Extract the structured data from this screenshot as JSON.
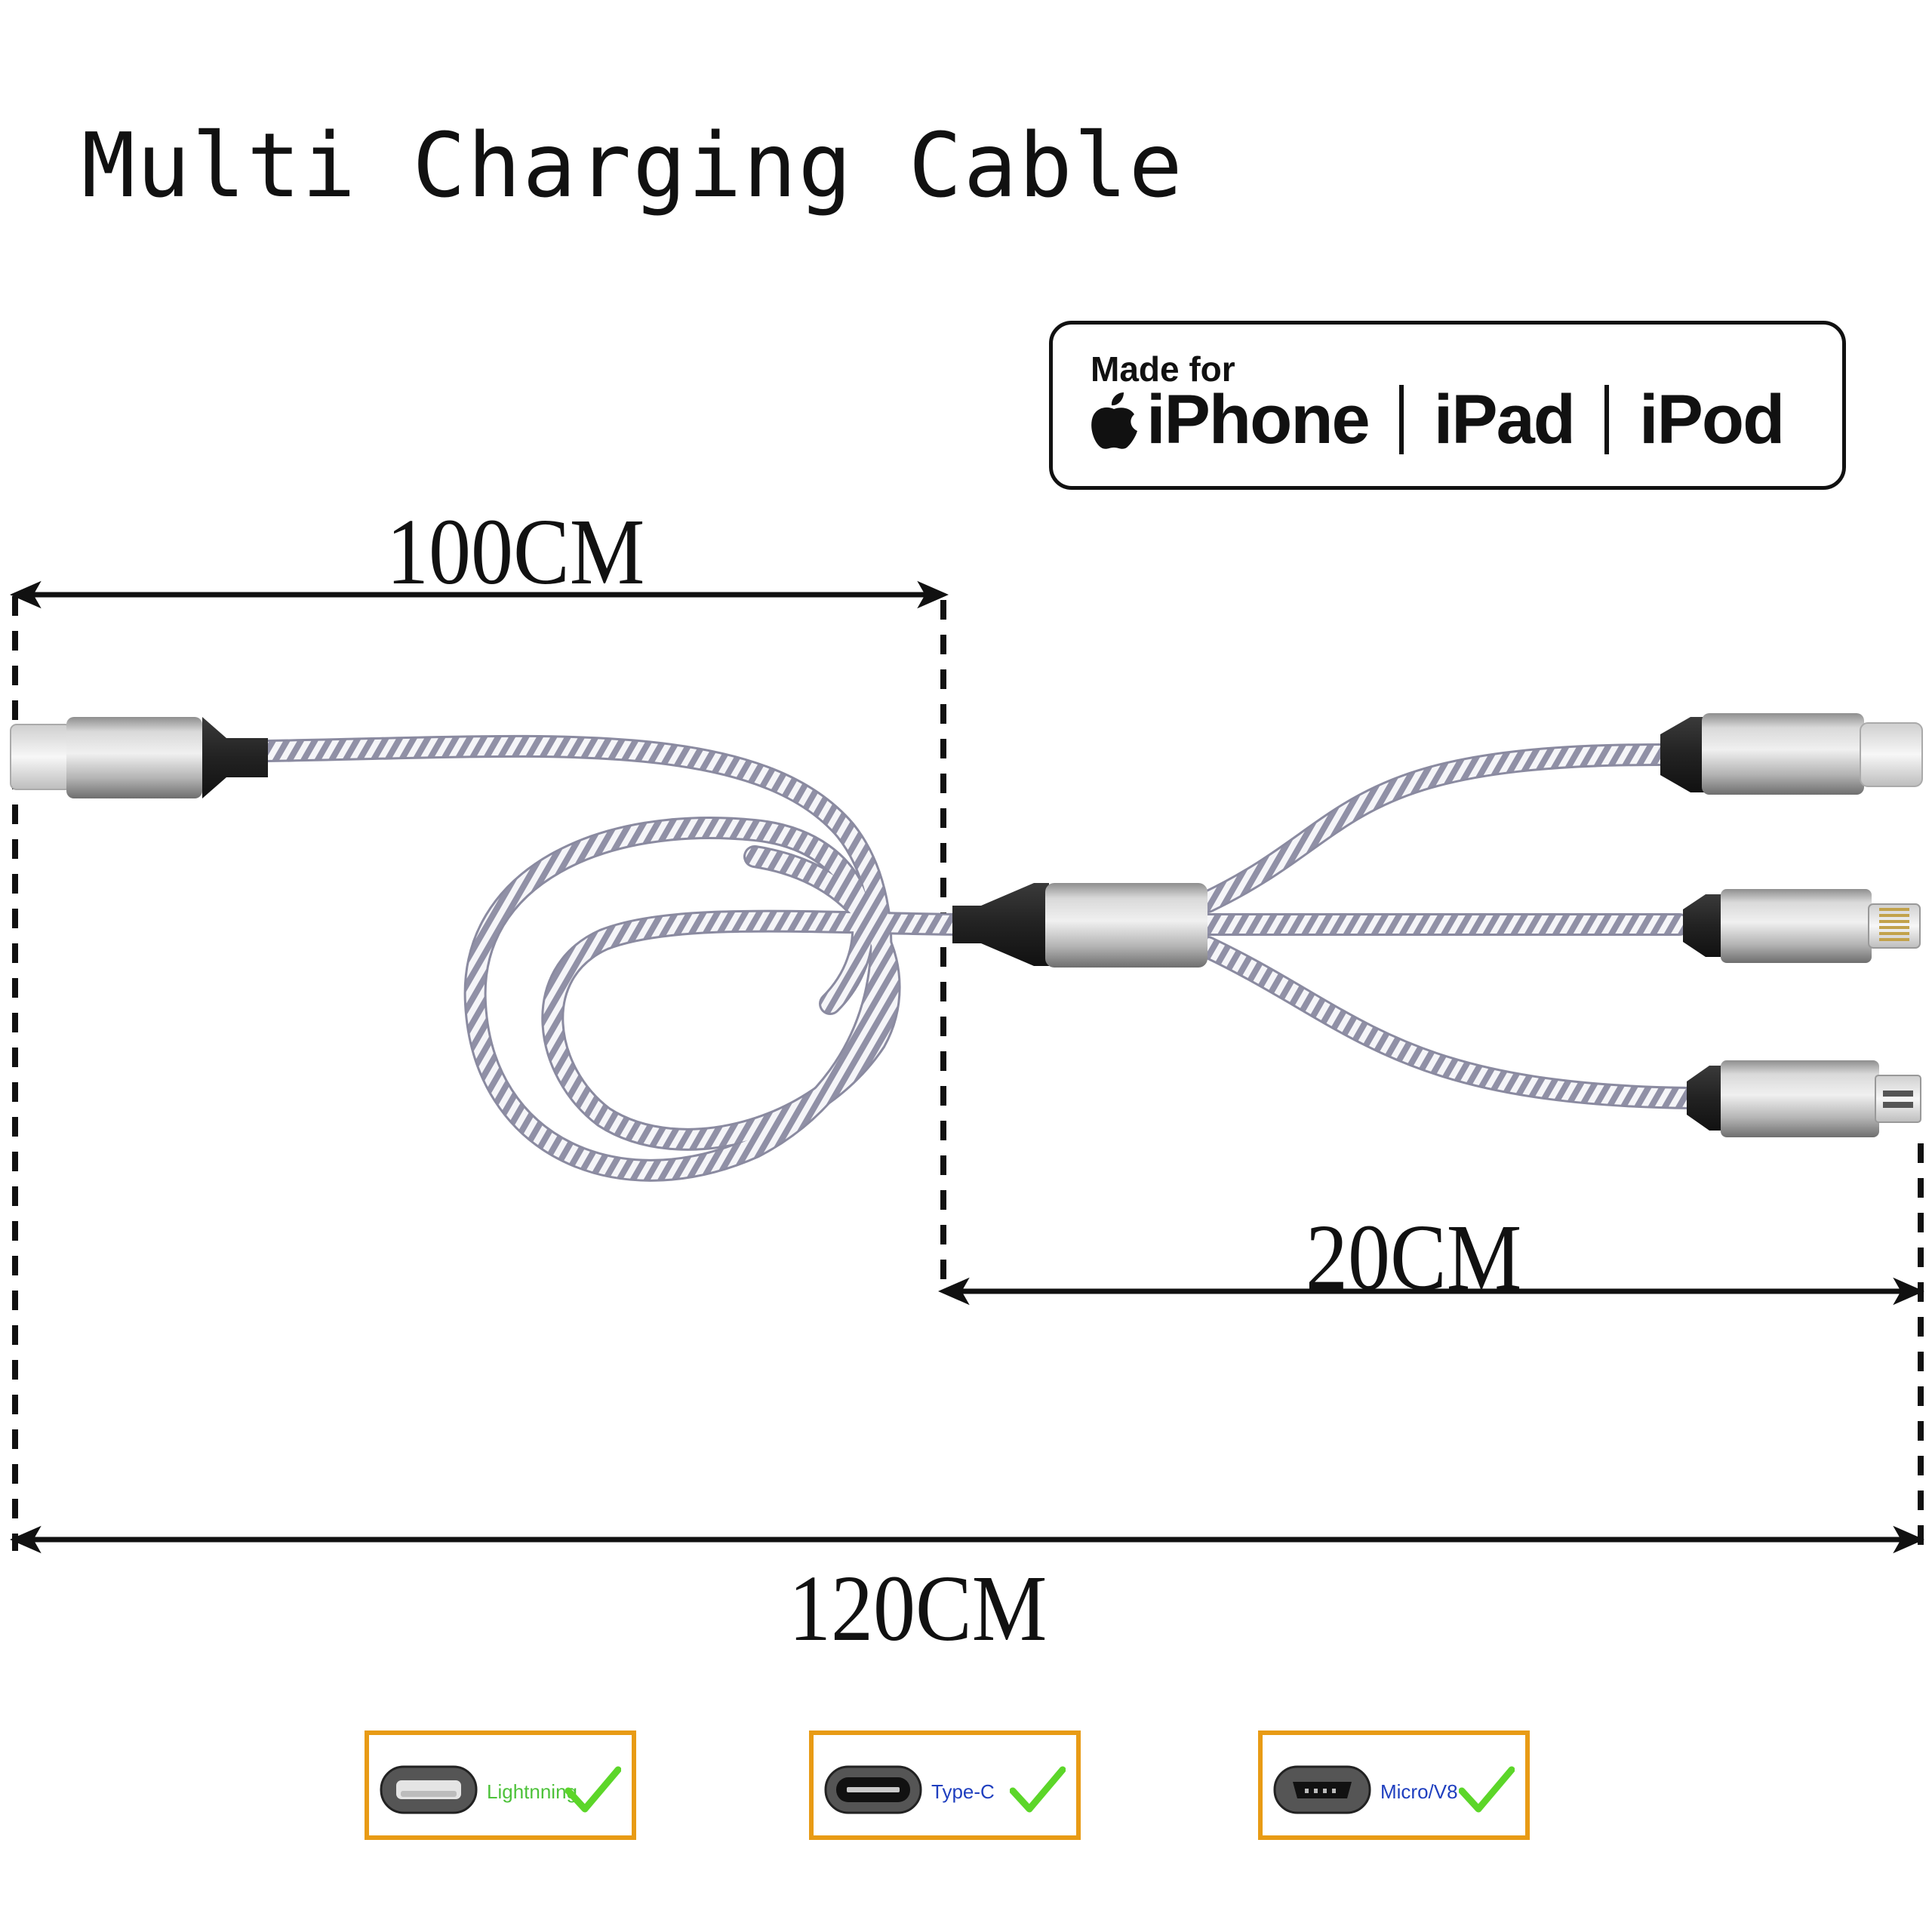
{
  "title": "Multi Charging Cable",
  "badge": {
    "made_for": "Made for",
    "devices": [
      "iPhone",
      "iPad",
      "iPod"
    ]
  },
  "dimensions": {
    "main": "100CM",
    "branch": "20CM",
    "total": "120CM"
  },
  "connectors": [
    {
      "label": "Lightnning",
      "icon": "lightning-port-icon",
      "color": "#4dc23a"
    },
    {
      "label": "Type-C",
      "icon": "type-c-port-icon",
      "color": "#1f3fbf"
    },
    {
      "label": "Micro/V8",
      "icon": "micro-usb-port-icon",
      "color": "#1f3fbf"
    }
  ],
  "colors": {
    "box_border": "#e89b15",
    "check": "#5cd629",
    "braid_light": "#f4f4f7",
    "braid_dark": "#8a8aa0",
    "metal": "#b8b8b8"
  }
}
